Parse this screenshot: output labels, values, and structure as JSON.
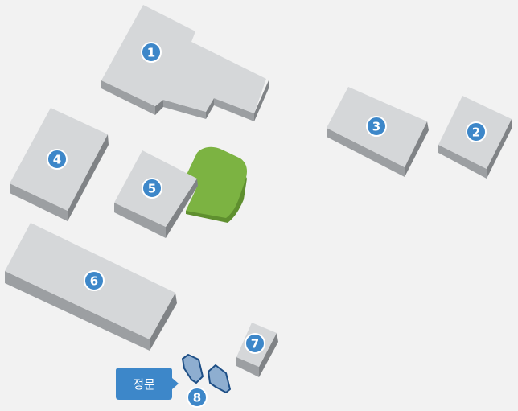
{
  "colors": {
    "background": "#f2f2f2",
    "building_top": "#d5d7d9",
    "building_left": "#9c9fa2",
    "building_right": "#808386",
    "green_area": "#7cb342",
    "green_area_side": "#5f8f2f",
    "marker": "#3d87c9",
    "callout": "#3d87c9",
    "gate": "#8eaed0",
    "gate_outline": "#1e4f86"
  },
  "markers": [
    {
      "id": "building-1",
      "label": "1"
    },
    {
      "id": "building-2",
      "label": "2"
    },
    {
      "id": "building-3",
      "label": "3"
    },
    {
      "id": "building-4",
      "label": "4"
    },
    {
      "id": "building-5",
      "label": "5"
    },
    {
      "id": "building-6",
      "label": "6"
    },
    {
      "id": "building-7",
      "label": "7"
    },
    {
      "id": "main-gate",
      "label": "8"
    }
  ],
  "callout": {
    "label": "정문"
  },
  "icons": {
    "gate": "gate-pillar-icon",
    "green": "green-space-icon"
  }
}
